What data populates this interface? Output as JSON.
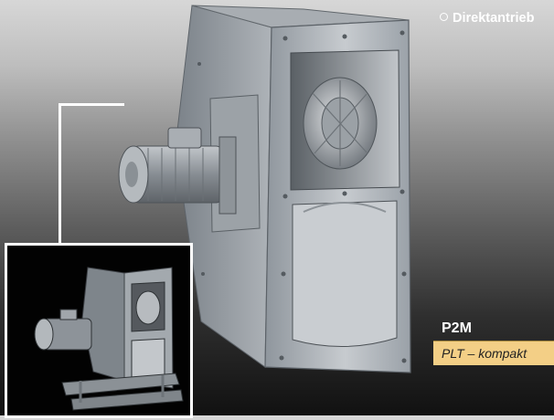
{
  "feature_text": "Direktantrieb",
  "model_code": "P2M",
  "caption_text": "PLT – kompakt",
  "colors": {
    "caption_background": "#f3cf86",
    "text_light": "#ffffff",
    "frame": "#ffffff",
    "metal": "#b8bcc0",
    "motor": "#8c9298"
  }
}
